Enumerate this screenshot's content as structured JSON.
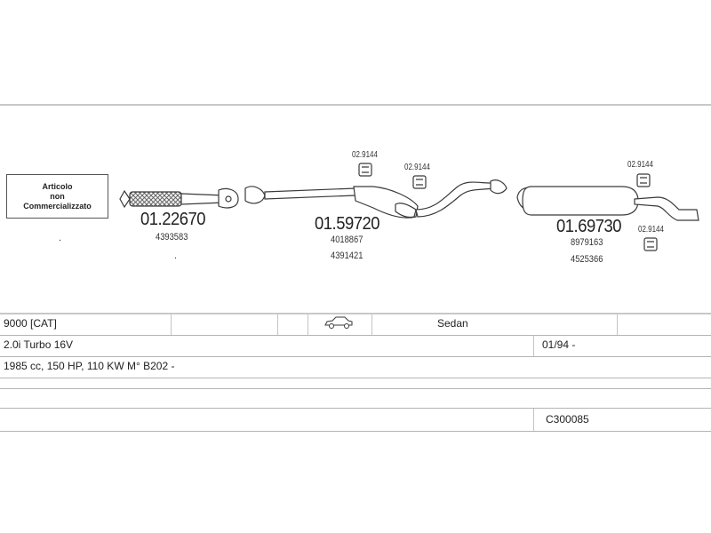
{
  "note_box": {
    "lines": [
      "Articolo",
      "non",
      "Commercializzato"
    ]
  },
  "parts": [
    {
      "number": "01.22670",
      "refs": [
        "4393583"
      ]
    },
    {
      "number": "01.59720",
      "refs": [
        "4018867",
        "4391421"
      ]
    },
    {
      "number": "01.69730",
      "refs": [
        "8979163",
        "4525366"
      ]
    }
  ],
  "clamps": [
    "02.9144",
    "02.9144",
    "02.9144",
    "02.9144"
  ],
  "marks": {
    "dot_1": ".",
    "dot_2": "."
  },
  "table": {
    "model": "9000 [CAT]",
    "body_type": "Sedan",
    "engine": "2.0i Turbo 16V",
    "date": "01/94 -",
    "specs": "1985 cc, 150 HP, 110 KW M° B202 -",
    "code": "C300085"
  },
  "colors": {
    "line": "#c8c8c8",
    "part_stroke": "#3a3a3a",
    "text": "#222222"
  }
}
